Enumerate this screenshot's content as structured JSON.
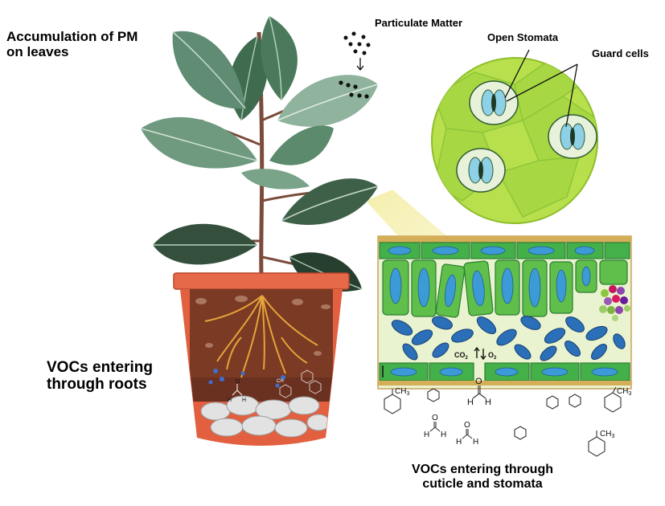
{
  "labels": {
    "pm_accumulation": "Accumulation of PM\non leaves",
    "particulate_matter": "Particulate Matter",
    "open_stomata": "Open Stomata",
    "guard_cells": "Guard cells",
    "vocs_roots": "VOCs entering\nthrough roots",
    "vocs_cuticle": "VOCs entering through\ncuticle and stomata"
  },
  "gas_exchange": {
    "co2": "CO",
    "co2_sub": "2",
    "o2": "O",
    "o2_sub": "2"
  },
  "chemistry": {
    "methyl": "CH",
    "methyl_sub": "3",
    "hydrogen": "H",
    "oxygen": "O",
    "soil_methyl": "CH",
    "soil_methyl_sub": "3"
  },
  "colors": {
    "pot": "#e2603f",
    "pot_dark": "#c44a2d",
    "soil": "#7a3a24",
    "leaf": "#4f7a63",
    "leaf_light": "#9fc1a8",
    "cell_green": "#5fbf4a",
    "stoma_fill": "#b7e04c",
    "vacuole_blue": "#3c9bd6",
    "root": "#e6a43a"
  }
}
